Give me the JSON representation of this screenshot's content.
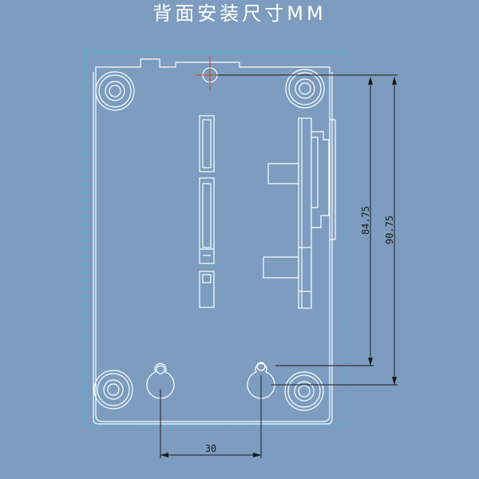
{
  "title": "背面安装尺寸MM",
  "dimensions": {
    "inner_height": "84.75",
    "outer_height": "90.75",
    "hole_spacing": "30"
  },
  "colors": {
    "background": "#7d9cc0",
    "outline": "#ffffff",
    "dashed_border": "#2ec8e0",
    "dimension_line": "#1a1a1a",
    "center_mark": "#d0401a"
  }
}
